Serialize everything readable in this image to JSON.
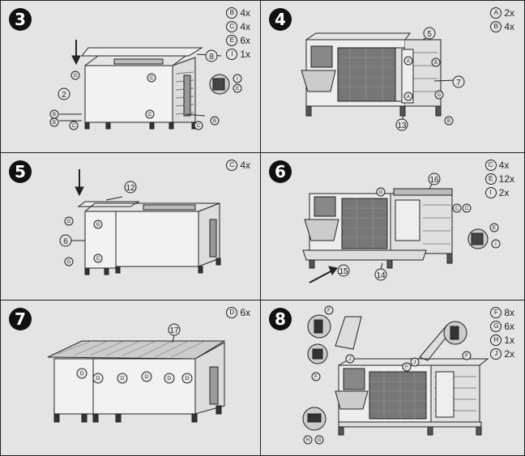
{
  "steps": [
    {
      "number": "3",
      "parts": [
        {
          "letter": "B",
          "qty": "4x"
        },
        {
          "letter": "C",
          "qty": "4x"
        },
        {
          "letter": "E",
          "qty": "6x"
        },
        {
          "letter": "I",
          "qty": "1x"
        }
      ],
      "callouts": {
        "c8": "8",
        "c2": "2",
        "g": "G",
        "b": "B",
        "cL": "C",
        "eS": "E",
        "iS": "I"
      }
    },
    {
      "number": "4",
      "parts": [
        {
          "letter": "A",
          "qty": "2x"
        },
        {
          "letter": "B",
          "qty": "4x"
        }
      ],
      "callouts": {
        "c5": "5",
        "c7": "7",
        "c13": "13",
        "a": "A",
        "b": "B",
        "g": "G"
      }
    },
    {
      "number": "5",
      "parts": [
        {
          "letter": "C",
          "qty": "4x"
        }
      ],
      "callouts": {
        "c12": "12",
        "c6": "6",
        "g": "G",
        "cL": "C"
      }
    },
    {
      "number": "6",
      "parts": [
        {
          "letter": "C",
          "qty": "4x"
        },
        {
          "letter": "E",
          "qty": "12x"
        },
        {
          "letter": "I",
          "qty": "2x"
        }
      ],
      "callouts": {
        "c16": "16",
        "c15": "15",
        "c14": "14",
        "cL": "C",
        "eS": "E",
        "iS": "I",
        "g": "G"
      }
    },
    {
      "number": "7",
      "parts": [
        {
          "letter": "D",
          "qty": "6x"
        }
      ],
      "callouts": {
        "c17": "17",
        "d": "D"
      }
    },
    {
      "number": "8",
      "parts": [
        {
          "letter": "F",
          "qty": "8x"
        },
        {
          "letter": "G",
          "qty": "6x"
        },
        {
          "letter": "H",
          "qty": "1x"
        },
        {
          "letter": "J",
          "qty": "2x"
        }
      ],
      "callouts": {
        "f": "F",
        "j": "J",
        "h": "H",
        "g": "G"
      }
    }
  ]
}
